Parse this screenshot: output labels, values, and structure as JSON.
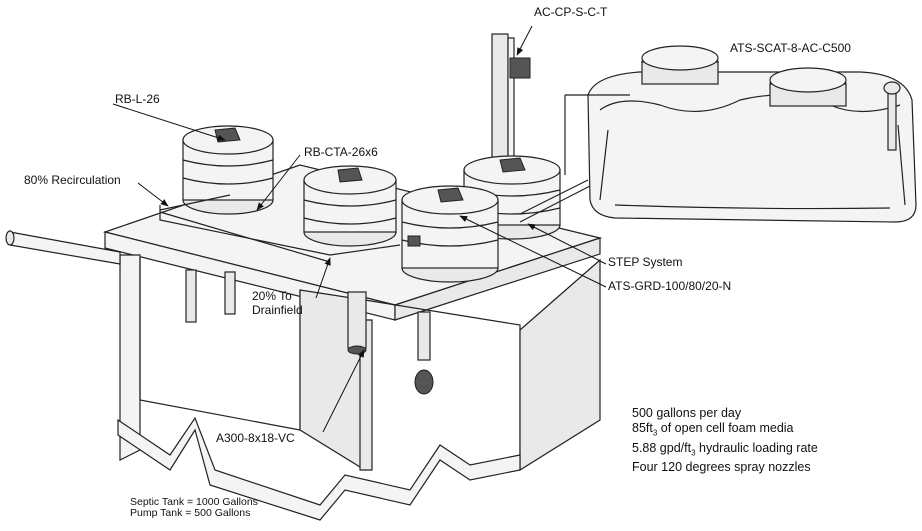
{
  "labels": {
    "controller": "AC-CP-S-C-T",
    "scat_unit": "ATS-SCAT-8-AC-C500",
    "riser_lid": "RB-L-26",
    "riser_adapter": "RB-CTA-26x6",
    "recirculation": "80% Recirculation",
    "drainfield_line1": "20% To",
    "drainfield_line2": "Drainfield",
    "step_system": "STEP System",
    "grd": "ATS-GRD-100/80/20-N",
    "pump": "A300-8x18-VC"
  },
  "specs": {
    "line1": "500 gallons per day",
    "line2_pre": "85ft",
    "line2_sub": "3",
    "line2_post": " of open cell foam media",
    "line3_pre": "5.88 gpd/ft",
    "line3_sub": "3",
    "line3_post": " hydraulic loading rate",
    "line4": "Four 120 degrees spray nozzles"
  },
  "tank_note": {
    "septic": "Septic Tank = 1000 Gallons",
    "pump": "Pump Tank = 500 Gallons"
  }
}
